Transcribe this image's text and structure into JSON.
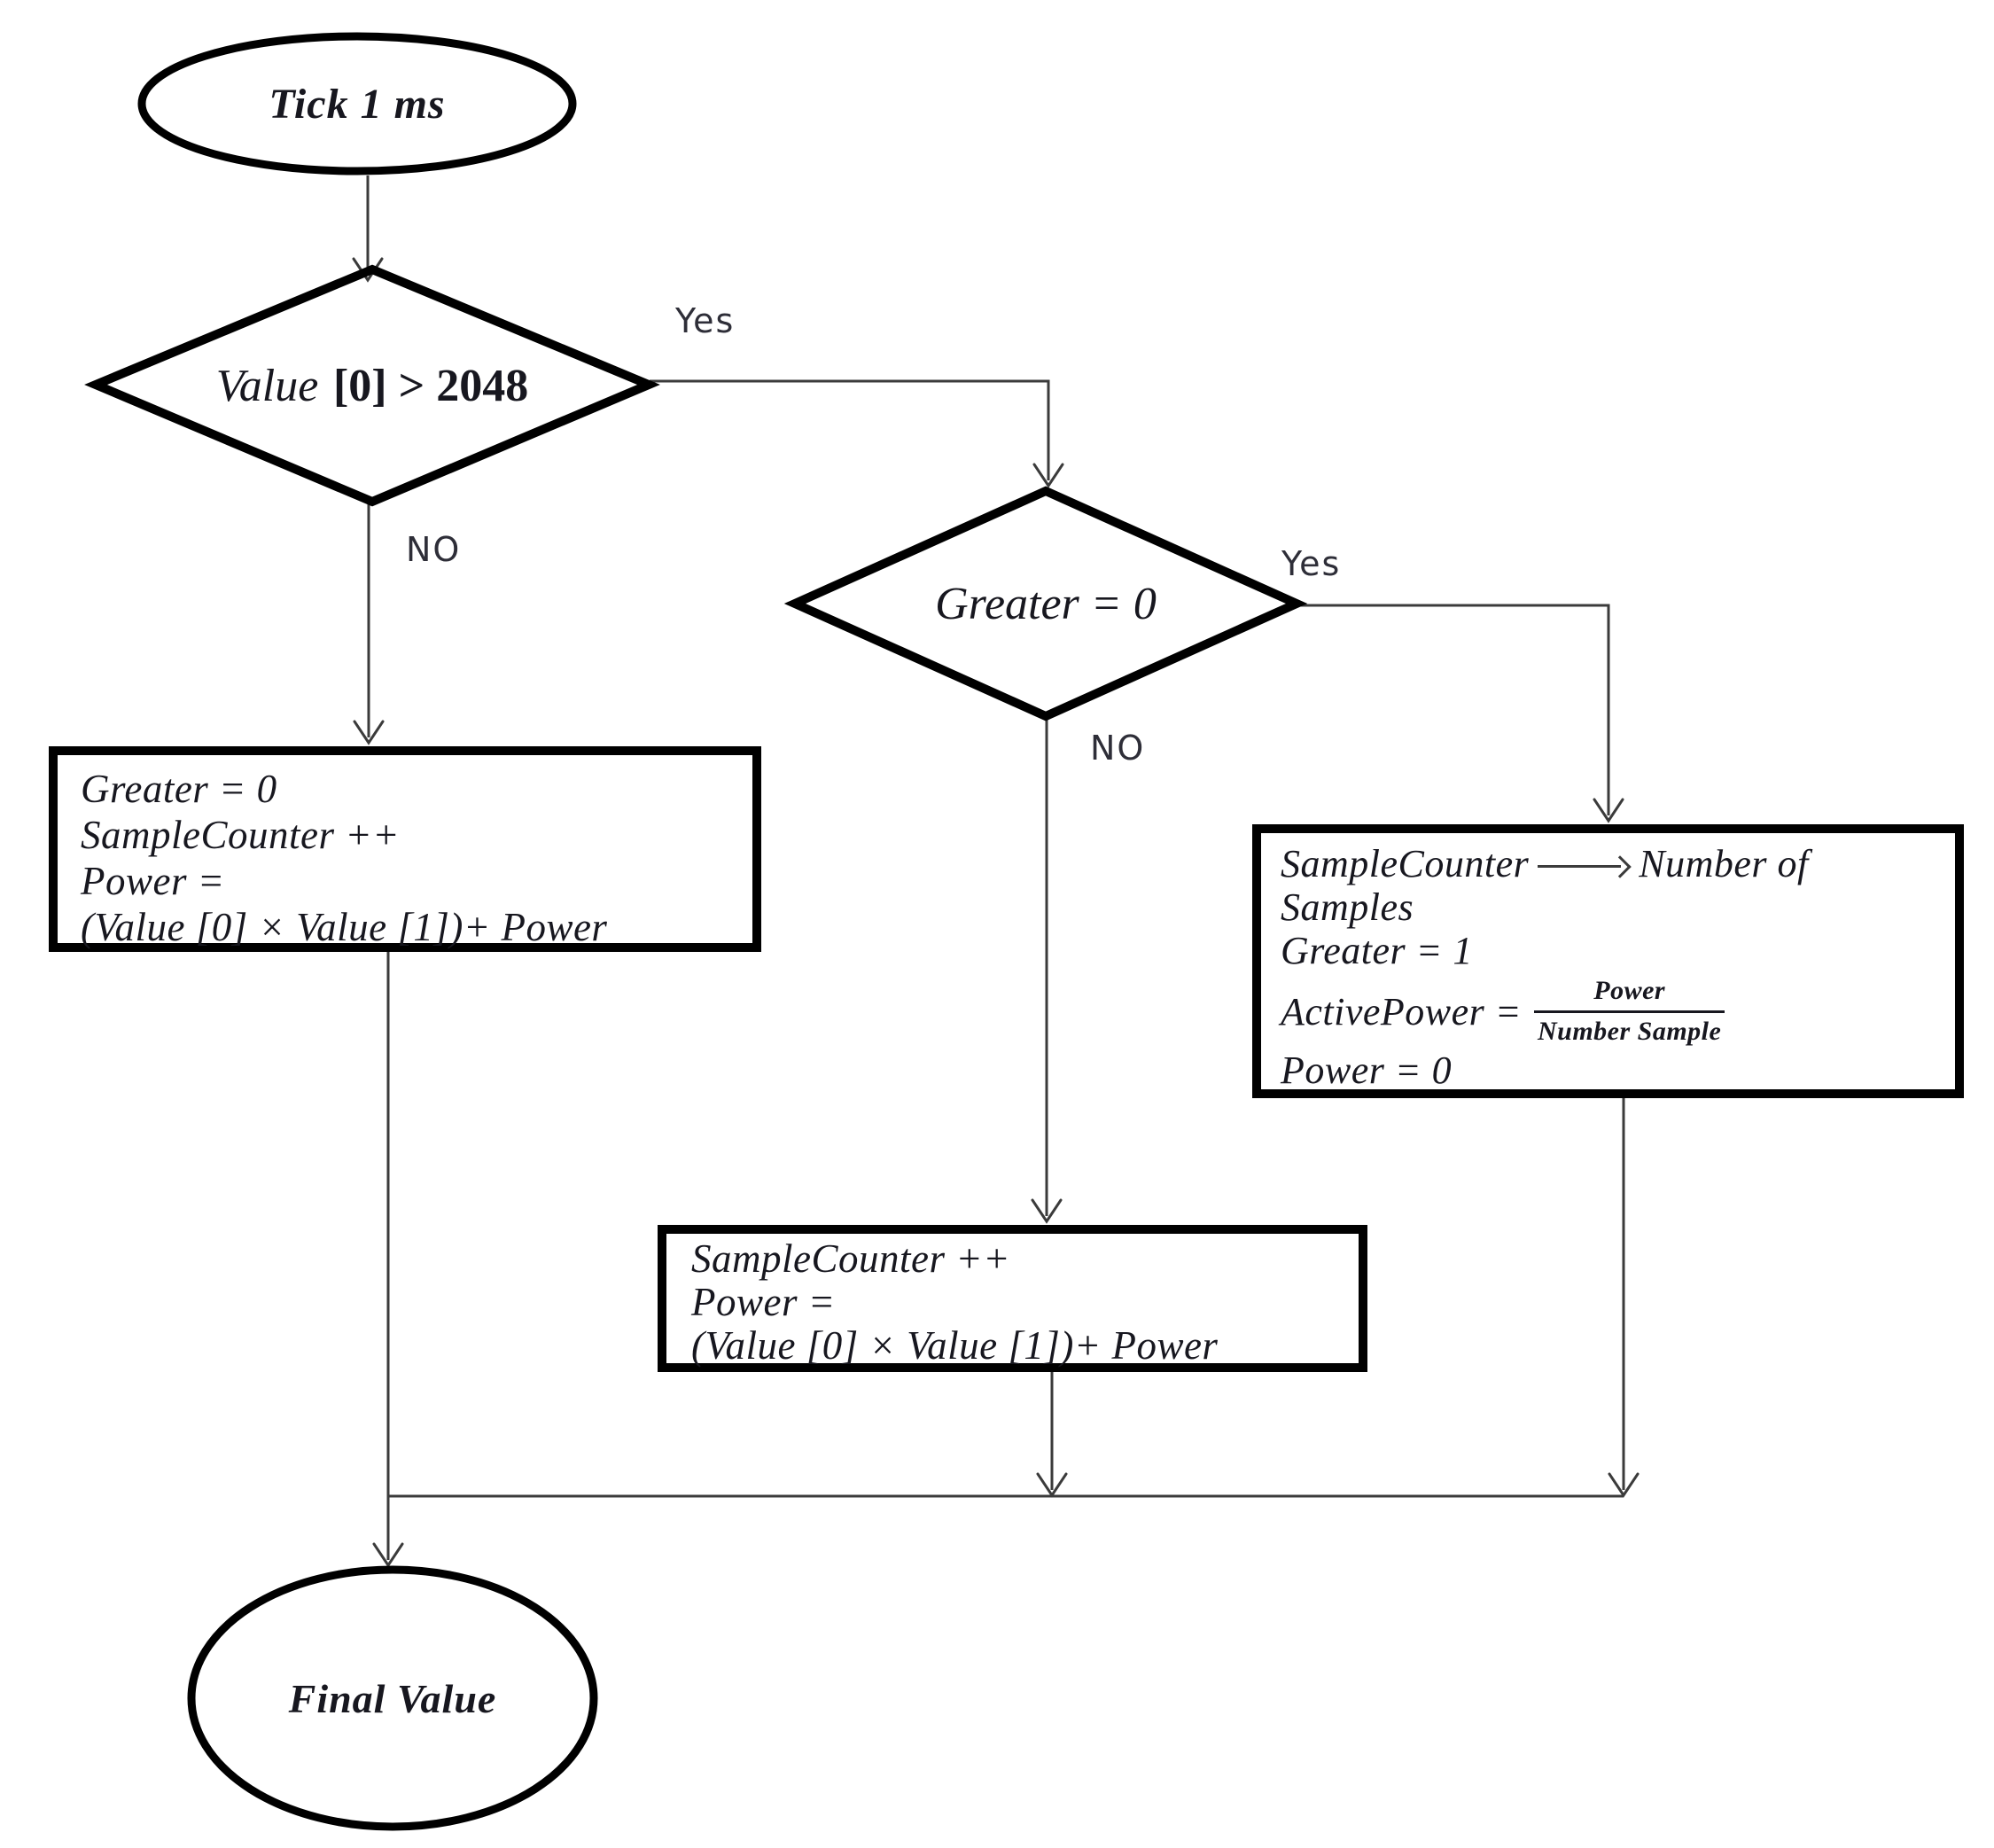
{
  "diagram": {
    "type": "flowchart",
    "start": {
      "label": "Tick 1 ms"
    },
    "decision1": {
      "var": "Value",
      "cond": "[0] > 2048",
      "yes_label": "Yes",
      "no_label": "NO"
    },
    "decision2": {
      "label": "Greater = 0",
      "yes_label": "Yes",
      "no_label": "NO"
    },
    "left_box": {
      "line1": "Greater = 0",
      "line2": "SampleCounter ++",
      "line3": "Power =",
      "line4": "(Value [0] × Value [1])+ Power"
    },
    "mid_box": {
      "line1": "SampleCounter ++",
      "line2": "Power =",
      "line3": "(Value [0] × Value [1])+ Power"
    },
    "right_box": {
      "line1_pre": "SampleCounter",
      "line1_post": "Number of",
      "line2": "Samples",
      "line3": "Greater = 1",
      "line4_pre": "ActivePower =",
      "fraction_numerator": "Power",
      "fraction_denominator": "Number Sample",
      "line5": "Power = 0"
    },
    "end": {
      "label": "Final Value"
    }
  },
  "colors": {
    "background": "#ffffff",
    "shape_stroke": "#000000",
    "connector": "#3b3b3b",
    "node_text": "#17171f",
    "branch_label_text": "#2e2e38"
  }
}
